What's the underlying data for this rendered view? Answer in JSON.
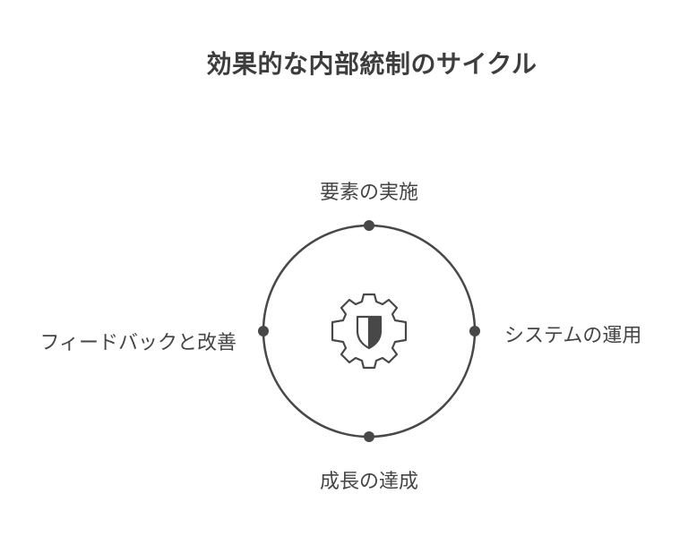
{
  "title": "効果的な内部統制のサイクル",
  "nodes": {
    "top": "要素の実施",
    "right": "システムの運用",
    "bottom": "成長の達成",
    "left": "フィードバックと改善"
  },
  "center_icon": "gear-shield-icon",
  "colors": {
    "stroke": "#484848",
    "text": "#444444"
  }
}
